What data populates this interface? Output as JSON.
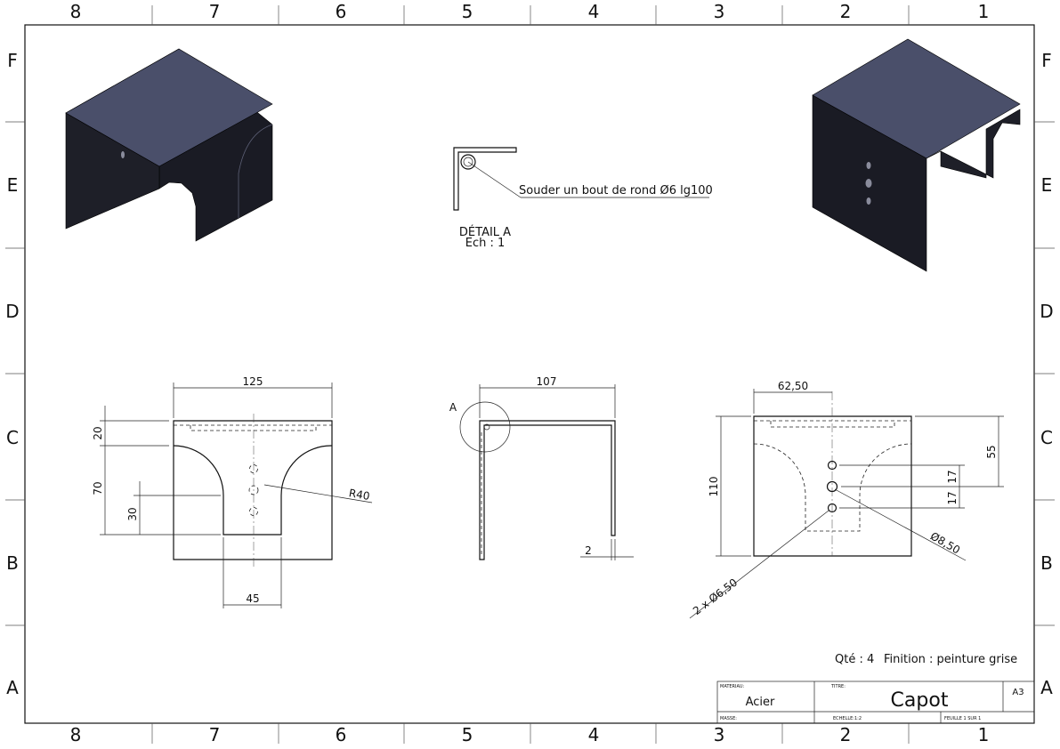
{
  "zones": {
    "columns": [
      "8",
      "7",
      "6",
      "5",
      "4",
      "3",
      "2",
      "1"
    ],
    "rows": [
      "F",
      "E",
      "D",
      "C",
      "B",
      "A"
    ]
  },
  "detail": {
    "note": "Souder un bout de rond Ø6 lg100",
    "title": "DÉTAIL A",
    "scale": "Ech : 1",
    "marker": "A"
  },
  "front_view": {
    "width": "125",
    "top_height": "20",
    "arch_height": "70",
    "hole_pitch": "30",
    "radius": "R40",
    "slot_width": "45"
  },
  "side_view": {
    "depth": "107",
    "thickness": "2"
  },
  "top_view": {
    "offset": "62,50",
    "height": "110",
    "hole_height": "55",
    "spacing_1": "17",
    "spacing_2": "17",
    "center_hole": "Ø8,50",
    "side_holes": "2 x Ø6,50"
  },
  "notes": {
    "quantity": "Qté : 4",
    "finish": "Finition : peinture grise"
  },
  "title_block": {
    "material_label": "MATERIAU:",
    "material": "Acier",
    "title_label": "TITRE:",
    "title": "Capot",
    "format": "A3",
    "mass_label": "MASSE:",
    "scale": "ECHELLE:1:2",
    "sheet": "FEUILLE 1 SUR 1"
  },
  "colors": {
    "part_top": "#4a4f6a",
    "part_side": "#1a1b24",
    "line": "#111111"
  }
}
